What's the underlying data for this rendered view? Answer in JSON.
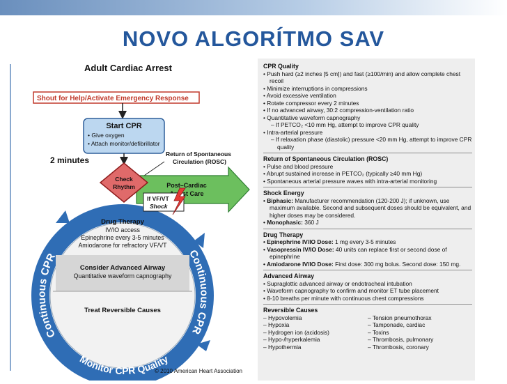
{
  "slide": {
    "title": "NOVO ALGORÍTMO SAV"
  },
  "flowchart": {
    "title": "Adult Cardiac Arrest",
    "shout": "Shout for Help/Activate Emergency Response",
    "start": {
      "title": "Start CPR",
      "items": [
        "Give oxygen",
        "Attach monitor/defibrillator"
      ]
    },
    "two_minutes": "2 minutes",
    "rosc": [
      "Return of Spontaneous",
      "Circulation (ROSC)"
    ],
    "check": [
      "Check",
      "Rhythm"
    ],
    "post": [
      "Post–Cardiac",
      "Arrest Care"
    ],
    "vfvt": [
      "If VF/VT",
      "Shock"
    ],
    "drug": {
      "title": "Drug Therapy",
      "lines": [
        "IV/IO access",
        "Epinephrine every 3-5 minutes",
        "Amiodarone for refractory VF/VT"
      ]
    },
    "airway": {
      "title": "Consider Advanced Airway",
      "line": "Quantitative waveform capnography"
    },
    "reversible": "Treat Reversible Causes",
    "ring_left": "Continuous CPR",
    "ring_right": "Continuous CPR",
    "ring_bottom": "Monitor CPR Quality",
    "copyright": "© 2010 American Heart Association"
  },
  "reference": {
    "cpr_quality": {
      "title": "CPR Quality",
      "items": [
        {
          "t": "b",
          "text": "• Push hard (≥2 inches [5 cm]) and fast (≥100/min) and allow complete chest recoil"
        },
        {
          "t": "b",
          "text": "• Minimize interruptions in compressions"
        },
        {
          "t": "b",
          "text": "• Avoid excessive ventilation"
        },
        {
          "t": "b",
          "text": "• Rotate compressor every 2 minutes"
        },
        {
          "t": "b",
          "text": "• If no advanced airway, 30:2 compression-ventilation ratio"
        },
        {
          "t": "b",
          "text": "• Quantitative waveform capnography"
        },
        {
          "t": "d",
          "text": "– If PETCO₂ <10 mm Hg, attempt to improve CPR quality"
        },
        {
          "t": "b",
          "text": "• Intra-arterial pressure"
        },
        {
          "t": "d",
          "text": "– If relaxation phase (diastolic) pressure <20 mm Hg, attempt to improve CPR quality"
        }
      ]
    },
    "rosc": {
      "title": "Return of Spontaneous Circulation (ROSC)",
      "items": [
        {
          "t": "b",
          "text": "• Pulse and blood pressure"
        },
        {
          "t": "b",
          "text": "• Abrupt sustained increase in PETCO₂ (typically ≥40 mm Hg)"
        },
        {
          "t": "b",
          "text": "• Spontaneous arterial pressure waves with intra-arterial monitoring"
        }
      ]
    },
    "shock": {
      "title": "Shock Energy",
      "items": [
        {
          "t": "b",
          "bold": "• Biphasic:",
          "text": " Manufacturer recommendation (120-200 J); if unknown, use maximum available. Second and subsequent doses should be equivalent, and higher doses may be considered."
        },
        {
          "t": "b",
          "bold": "• Monophasic:",
          "text": " 360 J"
        }
      ]
    },
    "drug": {
      "title": "Drug Therapy",
      "items": [
        {
          "t": "b",
          "bold": "• Epinephrine IV/IO Dose:",
          "text": " 1 mg every 3-5 minutes"
        },
        {
          "t": "b",
          "bold": "• Vasopressin IV/IO Dose:",
          "text": " 40 units can replace first or second dose of epinephrine"
        },
        {
          "t": "b",
          "bold": "• Amiodarone IV/IO Dose:",
          "text": " First dose: 300 mg bolus. Second dose: 150 mg."
        }
      ]
    },
    "airway": {
      "title": "Advanced Airway",
      "items": [
        {
          "t": "b",
          "text": "• Supraglottic advanced airway or endotracheal intubation"
        },
        {
          "t": "b",
          "text": "• Waveform capnography to confirm and monitor ET tube placement"
        },
        {
          "t": "b",
          "text": "• 8-10 breaths per minute with continuous chest compressions"
        }
      ]
    },
    "reversible": {
      "title": "Reversible Causes",
      "left": [
        "– Hypovolemia",
        "– Hypoxia",
        "– Hydrogen ion (acidosis)",
        "– Hypo-/hyperkalemia",
        "– Hypothermia"
      ],
      "right": [
        "– Tension pneumothorax",
        "– Tamponade, cardiac",
        "– Toxins",
        "– Thrombosis, pulmonary",
        "– Thrombosis, coronary"
      ]
    }
  }
}
